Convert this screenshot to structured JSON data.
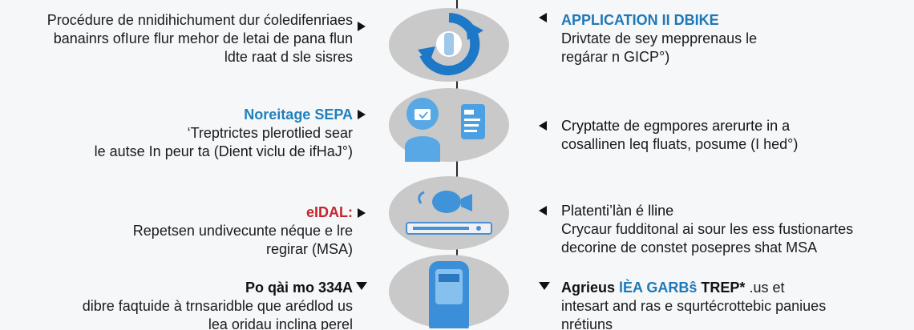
{
  "steps": [
    {
      "left": {
        "lines": [
          "Procédure de nnidihichument dur ćoledifenriaes",
          "banainrs ofIure flur mehor de letai de pana flun",
          "ldte raat d sle sisres"
        ]
      },
      "right": {
        "title": "APPLICATION II DBIKE",
        "lines": [
          "Drivtate de sey mepprenaus le",
          "regárar n GICP°)"
        ]
      }
    },
    {
      "left": {
        "title": "Noreitage SEPA",
        "lines": [
          "‘Treptrictes plerotlied sear",
          "le autse In peur ta (Dient viclu de ifHaJ°)"
        ]
      },
      "right": {
        "title": "Cryptatte de egmpores arerurte in a",
        "lines": [
          "cosallinen leq fluats, posume (I hed°)"
        ]
      }
    },
    {
      "left": {
        "title_red": "eIDAL:",
        "lines": [
          "Repetsen undivecunte néque e lre",
          "regirar (MSA)"
        ]
      },
      "right": {
        "title": "Platenti’làn é lline",
        "lines": [
          "Crycaur fudditonal ai sour les ess fustionartes",
          "decorine de constet posepres shat MSA"
        ]
      }
    },
    {
      "left": {
        "title": "Po qài mo 334A",
        "lines": [
          "dibre faqtuide à trnsaridble que arédlod us",
          "lea oridau inclina perel"
        ]
      },
      "right": {
        "title_dark": "Agrieus",
        "title_blue": "lÈA GARBŝ",
        "title_tail": "TREP*",
        "title_end": ".us et",
        "lines": [
          "intesart and ras e squrtécrottebic paniues",
          "nrétiuns"
        ]
      }
    }
  ],
  "colors": {
    "accent_blue": "#1f7fbf",
    "accent_red": "#c3262e",
    "node_gray": "#c9c9c9",
    "line_dark": "#2a2a2a"
  },
  "icons": [
    "refresh-cycle-icon",
    "person-with-document-icon",
    "handshake-device-icon",
    "mobile-device-icon"
  ]
}
